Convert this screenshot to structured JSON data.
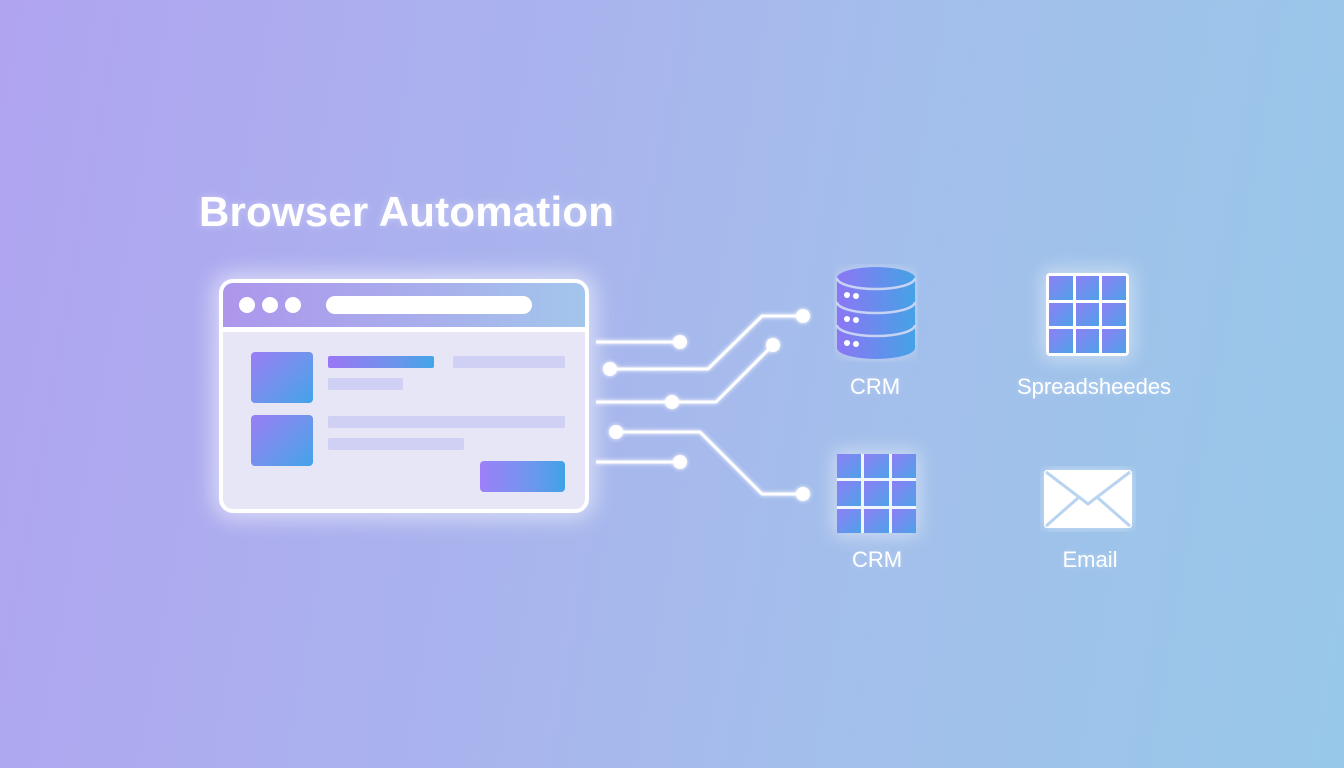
{
  "title": "Browser Automation",
  "browser_window": {
    "window_controls": [
      "dot",
      "dot",
      "dot"
    ],
    "rows": [
      {
        "thumbnail": true,
        "bars": [
          "accent",
          "placeholder",
          "placeholder"
        ]
      },
      {
        "thumbnail": true,
        "bars": [
          "placeholder",
          "placeholder"
        ]
      }
    ],
    "action_button": true
  },
  "connectors": {
    "count": 5,
    "color": "#ffffff"
  },
  "nodes": [
    {
      "label": "CRM",
      "icon": "database-icon"
    },
    {
      "label": "Spreadsheedes",
      "icon": "spreadsheet-grid-icon"
    },
    {
      "label": "CRM",
      "icon": "grid-icon"
    },
    {
      "label": "Email",
      "icon": "envelope-icon"
    }
  ],
  "colors": {
    "background_start": "#b0a4f1",
    "background_end": "#98c8e9",
    "accent_purple": "#9a7df6",
    "accent_blue": "#42a3e8",
    "panel": "#e6e6f7",
    "placeholder_bar": "#cfd0f4"
  }
}
